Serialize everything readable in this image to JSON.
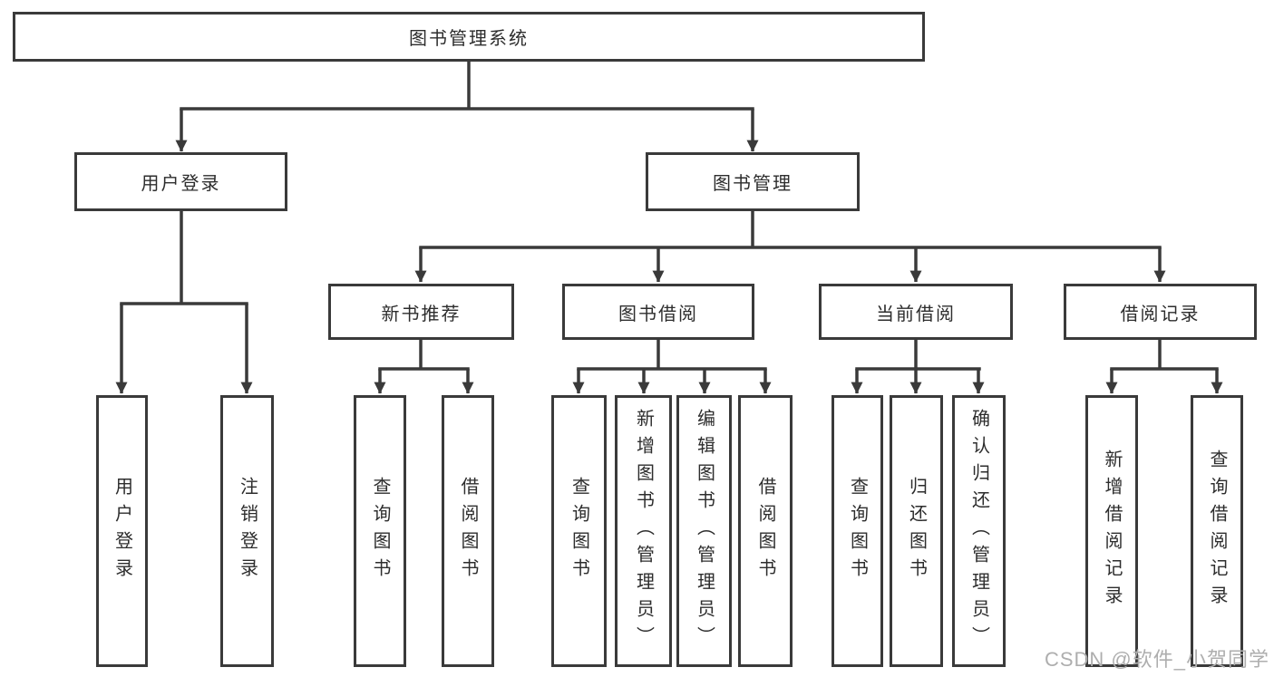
{
  "tree": {
    "root": "图书管理系统",
    "branches": [
      {
        "label": "用户登录",
        "children": [
          "用户登录",
          "注销登录"
        ]
      },
      {
        "label": "图书管理",
        "subbranches": [
          {
            "label": "新书推荐",
            "children": [
              "查询图书",
              "借阅图书"
            ]
          },
          {
            "label": "图书借阅",
            "children": [
              "查询图书",
              "新增图书（管理员）",
              "编辑图书（管理员）",
              "借阅图书"
            ]
          },
          {
            "label": "当前借阅",
            "children": [
              "查询图书",
              "归还图书",
              "确认归还（管理员）"
            ]
          },
          {
            "label": "借阅记录",
            "children": [
              "新增借阅记录",
              "查询借阅记录"
            ]
          }
        ]
      }
    ]
  },
  "watermark": {
    "text": "CSDN @软件_小贺同学"
  },
  "colors": {
    "line": "#3a3a3a",
    "text": "#2d2d2d",
    "watermark": "#aeaeae",
    "background": "#ffffff"
  }
}
